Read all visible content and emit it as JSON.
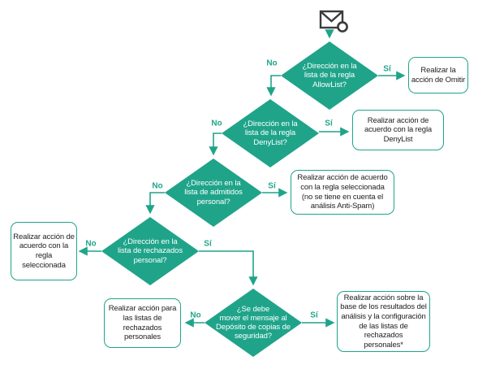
{
  "colors": {
    "accent": "#1fa48a",
    "node_text": "#ffffff",
    "action_text": "#222222",
    "icon_ink": "#3b3b3b"
  },
  "icons": {
    "mail": "envelope-with-status-circle"
  },
  "edge_labels": {
    "yes": "Sí",
    "no": "No"
  },
  "decisions": [
    {
      "id": "allowlist",
      "question": "¿Dirección en la\nlista de la regla\nAllowList?"
    },
    {
      "id": "denylist",
      "question": "¿Dirección en la\nlista de la regla\nDenyList?"
    },
    {
      "id": "admitidos",
      "question": "¿Dirección en la\nlista de admitidos\npersonal?"
    },
    {
      "id": "rechazados",
      "question": "¿Dirección en la\nlista de rechazados\npersonal?"
    },
    {
      "id": "deposito",
      "question": "¿Se debe\nmover el mensaje al\nDepósito de copias de\nseguridad?"
    }
  ],
  "actions": [
    {
      "id": "omitir",
      "text": "Realizar la\nacción de Omitir"
    },
    {
      "id": "denylist-accion",
      "text": "Realizar acción de\nacuerdo con la regla\nDenyList"
    },
    {
      "id": "regla-seleccionada-antispam",
      "text": "Realizar acción de acuerdo\ncon la regla seleccionada\n(no se tiene en cuenta el\nanálisis Anti-Spam)"
    },
    {
      "id": "regla-seleccionada",
      "text": "Realizar acción de\nacuerdo con la\nregla seleccionada"
    },
    {
      "id": "listas-rechazados",
      "text": "Realizar acción para\nlas listas de\nrechazados\npersonales"
    },
    {
      "id": "resultados-analisis",
      "text": "Realizar acción sobre la\nbase de los resultados del\nanálisis y la configuración\nde las listas de rechazados\npersonales*"
    }
  ]
}
